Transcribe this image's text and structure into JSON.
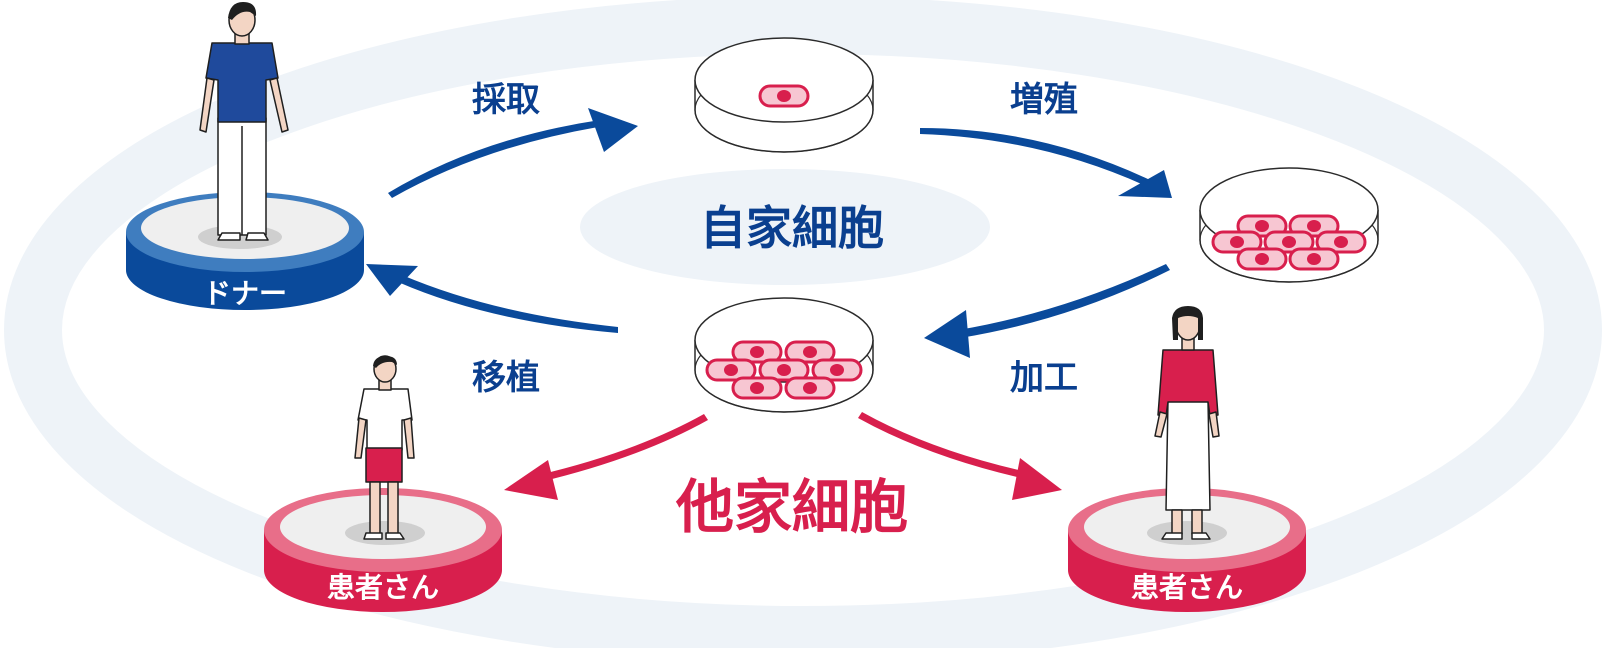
{
  "autologous": {
    "label": "自家細胞"
  },
  "allogeneic": {
    "label": "他家細胞"
  },
  "steps": {
    "collect": "採取",
    "proliferate": "増殖",
    "process": "加工",
    "transplant": "移植"
  },
  "pedestals": {
    "donor": "ドナー",
    "patient_left": "患者さん",
    "patient_right": "患者さん"
  },
  "colors": {
    "blue": "#0a3f8f",
    "red": "#d81f4d",
    "ring": "#eef3f8",
    "cell_fill": "#f7c6d2"
  }
}
